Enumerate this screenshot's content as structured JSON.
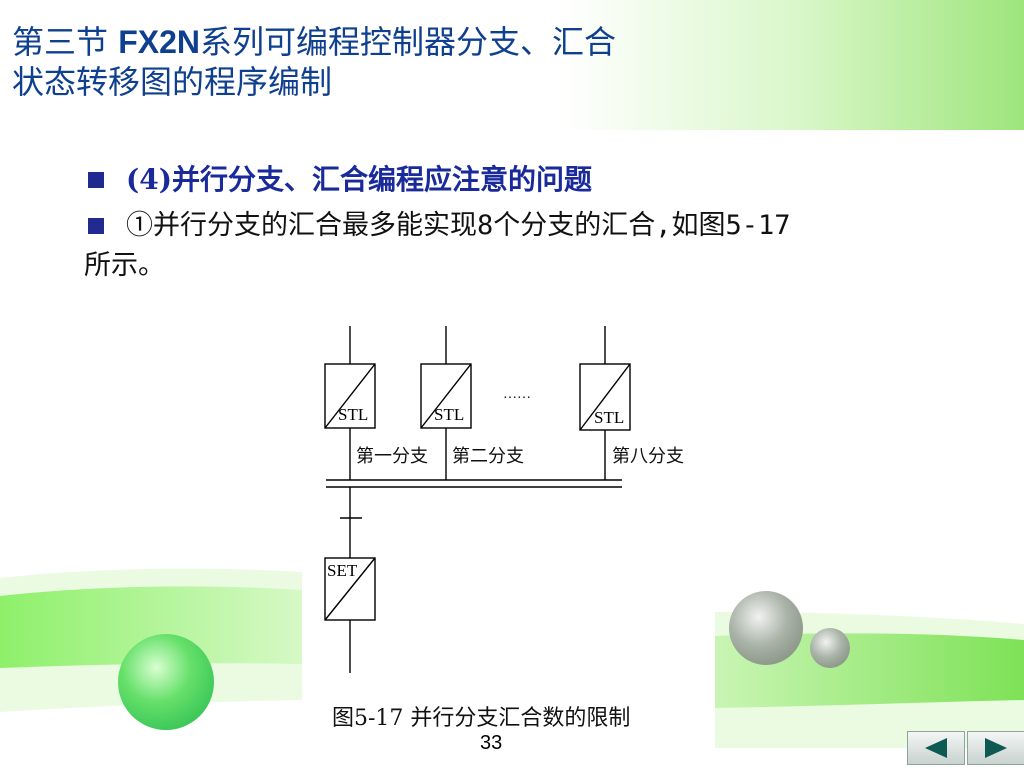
{
  "slide": {
    "title_line1_pre": "第三节 ",
    "title_line1_bold": "FX2N",
    "title_line1_post": "系列可编程控制器分支、汇合",
    "title_line2": "状态转移图的程序编制",
    "bullets": [
      {
        "text": "(4)并行分支、汇合编程应注意的问题"
      },
      {
        "text_line1": "①并行分支的汇合最多能实现8个分支的汇合,如图5-17",
        "text_line2": "所示。"
      }
    ],
    "page_number": "33"
  },
  "diagram": {
    "stl_label": "STL",
    "set_label": "SET",
    "ellipsis": "……",
    "branch_labels": [
      "第一分支",
      "第二分支",
      "第八分支"
    ],
    "caption": "图5-17 并行分支汇合数的限制"
  },
  "nav": {
    "prev_icon": "triangle-left-icon",
    "next_icon": "triangle-right-icon"
  },
  "colors": {
    "title": "#0f3f8f",
    "accent_green": "#6ee04a",
    "bullet_marker": "#202a8f"
  }
}
